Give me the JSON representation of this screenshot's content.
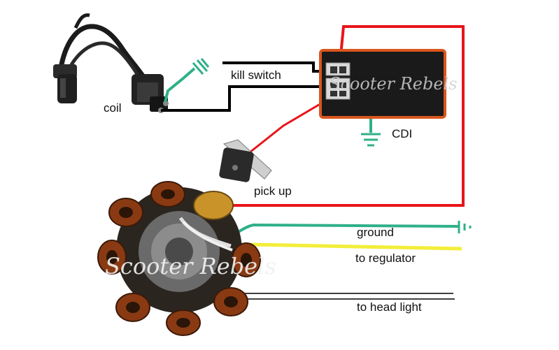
{
  "labels": {
    "coil": "coil",
    "kill_switch": "kill switch",
    "cdi": "CDI",
    "pick_up": "pick up",
    "ground": "ground",
    "to_regulator": "to regulator",
    "to_head_light": "to head light"
  },
  "watermark": {
    "cdi_text": "Scooter Rebels",
    "stator_text": "Scooter Rebels"
  },
  "colors": {
    "wire_red": "#e8141b",
    "wire_green": "#2fb089",
    "wire_yellow": "#f2ee3a",
    "wire_black": "#000000",
    "cdi_body": "#1a1a1a",
    "cdi_border": "#d9561e",
    "copper": "#8a3a12",
    "connector": "#d9d9d9"
  }
}
